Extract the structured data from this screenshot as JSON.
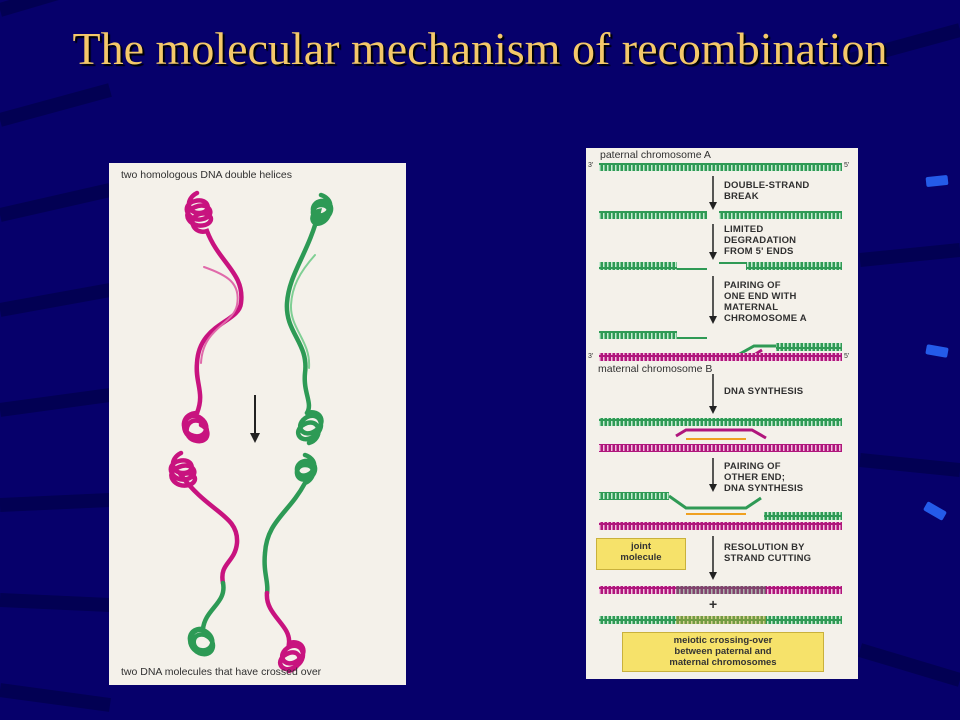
{
  "slide": {
    "title": "The molecular mechanism of recombination"
  },
  "left_figure": {
    "top_caption": "two homologous DNA double helices",
    "bottom_caption": "two DNA molecules that have crossed over"
  },
  "right_figure": {
    "paternal_label": "paternal chromosome A",
    "maternal_label": "maternal chromosome B",
    "end_labels": {
      "three_prime": "3'",
      "five_prime": "5'"
    },
    "steps": [
      "DOUBLE-STRAND\nBREAK",
      "LIMITED\nDEGRADATION\nFROM 5' ENDS",
      "PAIRING OF\nONE END WITH\nMATERNAL\nCHROMOSOME A",
      "DNA SYNTHESIS",
      "PAIRING OF\nOTHER END;\nDNA SYNTHESIS",
      "RESOLUTION BY\nSTRAND CUTTING"
    ],
    "joint_molecule_label": "joint\nmolecule",
    "plus_sign": "+",
    "result_label": "meiotic crossing-over\nbetween paternal and\nmaternal chromosomes"
  },
  "colors": {
    "background": "#06006b",
    "title": "#f4c86a",
    "paternal_dna": "#2f9a55",
    "maternal_dna": "#b0167c",
    "new_synthesis": "#f0a020",
    "highlight_box": "#f6e26a"
  }
}
